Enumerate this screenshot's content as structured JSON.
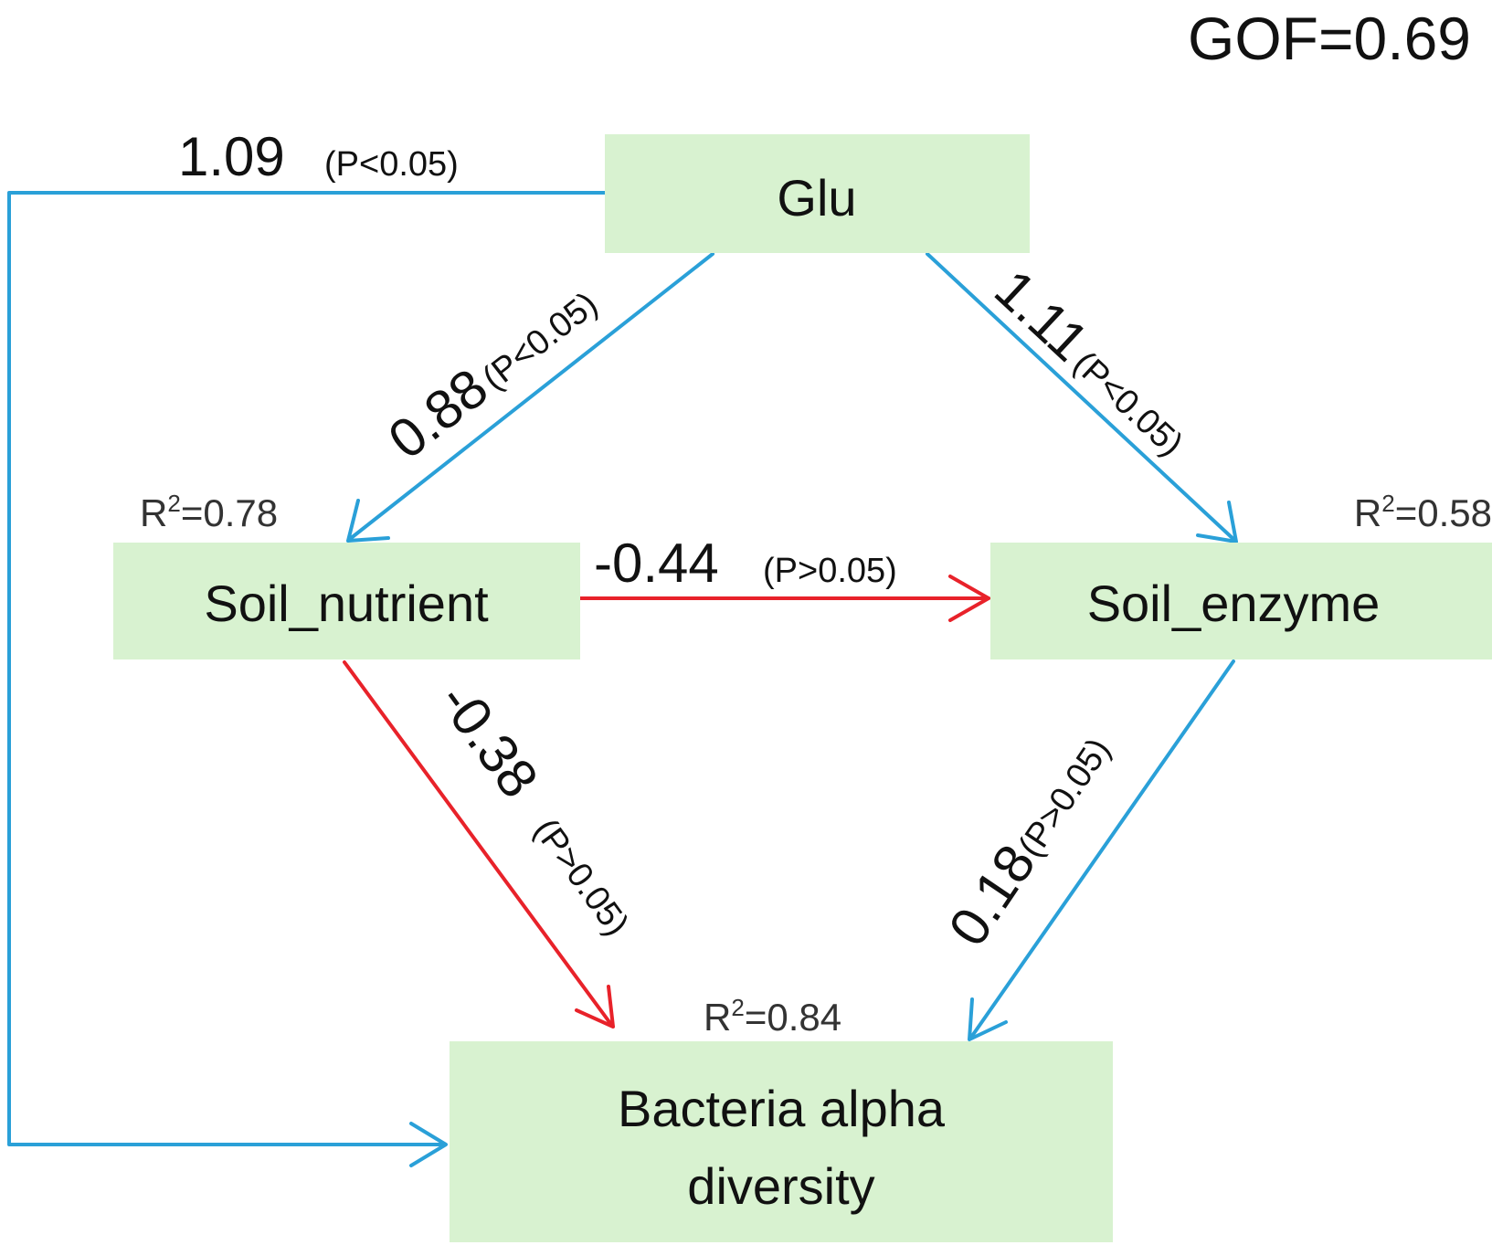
{
  "gof": "GOF=0.69",
  "colors": {
    "positive": "#2aa0d8",
    "negative": "#e8222a",
    "box": "#d8f2d0"
  },
  "nodes": {
    "glu": {
      "label": "Glu"
    },
    "soil_nutrient": {
      "label": "Soil_nutrient",
      "r2_value": "=0.78"
    },
    "soil_enzyme": {
      "label": "Soil_enzyme",
      "r2_value": "=0.58"
    },
    "bacteria": {
      "label_line1": "Bacteria alpha",
      "label_line2": "diversity",
      "r2_value": "=0.84"
    }
  },
  "r2_symbol": "R",
  "r2_exponent": "2",
  "edges": {
    "glu_to_bacteria": {
      "coef": "1.09",
      "p": "(P<0.05)",
      "sign": "positive"
    },
    "glu_to_nutrient": {
      "coef": "0.88",
      "p": "(P<0.05)",
      "sign": "positive"
    },
    "glu_to_enzyme": {
      "coef": "1.11",
      "p": "(P<0.05)",
      "sign": "positive"
    },
    "nutrient_to_enzyme": {
      "coef": "-0.44",
      "p": "(P>0.05)",
      "sign": "negative"
    },
    "nutrient_to_bacteria": {
      "coef": "-0.38",
      "p": "(P>0.05)",
      "sign": "negative"
    },
    "enzyme_to_bacteria": {
      "coef": "0.18",
      "p": "(P>0.05)",
      "sign": "positive"
    }
  }
}
